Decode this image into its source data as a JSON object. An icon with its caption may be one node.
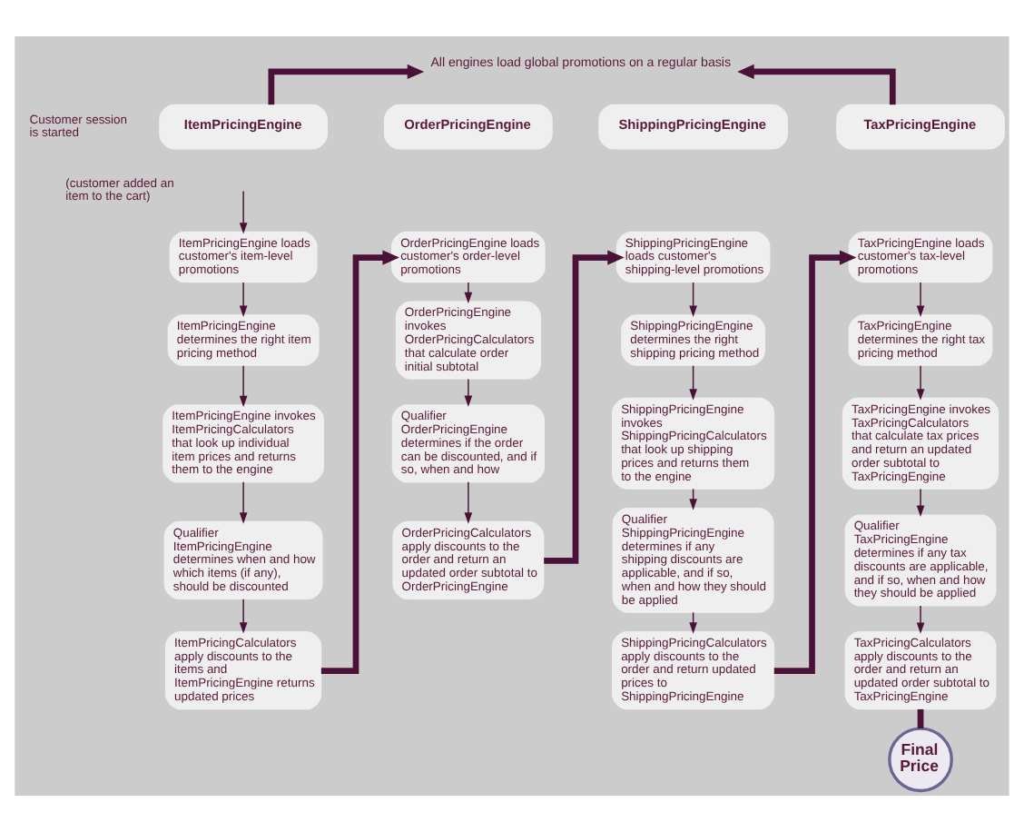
{
  "diagram": {
    "nodes": [
      {
        "text": [
          "All engines load global promotions on a regular basis"
        ]
      },
      {
        "text": [
          "ItemPricingEngine"
        ]
      },
      {
        "text": [
          "OrderPricingEngine"
        ]
      },
      {
        "text": [
          "ShippingPricingEngine"
        ]
      },
      {
        "text": [
          "TaxPricingEngine"
        ]
      },
      {
        "text": [
          "ItemPricingEngine loads customer's item-level promotions"
        ]
      },
      {
        "text": [
          "ItemPricingEngine determines the right item pricing method"
        ]
      },
      {
        "text": [
          "ItemPricingEngine invokes ItemPricingCalculators that look up individual item prices and returns them to the engine"
        ]
      },
      {
        "text": [
          "Qualifier ItemPricingEngine determines when and how which items (if any), should be discounted"
        ]
      },
      {
        "text": [
          "ItemPricingCalculators apply discounts to the items and ItemPricingEngine returns updated prices"
        ]
      },
      {
        "text": [
          "OrderPricingEngine loads customer's order-level promotions"
        ]
      },
      {
        "text": [
          "OrderPricingEngine invokes OrderPricingCalculators that calculate order initial subtotal"
        ]
      },
      {
        "text": [
          "Qualifier OrderPricingEngine determines if the order can be discounted, and if so, when and how"
        ]
      },
      {
        "text": [
          "OrderPricingCalculators apply discounts to the order and return an updated order subtotal to OrderPricingEngine"
        ]
      },
      {
        "text": [
          "ShippingPricingEngine loads customer's shipping-level promotions"
        ]
      },
      {
        "text": [
          "ShippingPricingEngine determines the right shipping pricing method"
        ]
      },
      {
        "text": [
          "ShippingPricingEngine invokes ShippingPricingCalculators that look up shipping prices and returns them to the engine"
        ]
      },
      {
        "text": [
          "Qualifier ShippingPricingEngine determines if any shipping discounts are applicable, and if so, when and how they should be applied"
        ]
      },
      {
        "text": [
          "ShippingPricingCalculators apply discounts to the order and return updated prices to ShippingPricingEngine"
        ]
      },
      {
        "text": [
          "TaxPricingEngine loads customer's tax-level promotions"
        ]
      },
      {
        "text": [
          "TaxPricingEngine determines the right tax pricing method"
        ]
      },
      {
        "text": [
          "TaxPricingEngine invokes TaxPricingCalculators that calculate tax prices and return an updated order subtotal to TaxPricingEngine"
        ]
      },
      {
        "text": [
          "Qualifier TaxPricingEngine determines if any tax discounts are applicable, and if so, when and how they should be applied"
        ]
      },
      {
        "text": [
          "TaxPricingCalculators apply discounts to the order and return an updated order subtotal to TaxPricingEngine"
        ]
      },
      {
        "text": [
          "Final Price"
        ]
      }
    ],
    "edges": [
      {
        "from": 1,
        "to": 0,
        "arrow": "to",
        "style": "thick"
      },
      {
        "from": 4,
        "to": 0,
        "arrow": "to",
        "style": "thick"
      },
      {
        "from": null,
        "to": 5,
        "arrow": "to"
      },
      {
        "from": 5,
        "to": 6,
        "arrow": "to"
      },
      {
        "from": 6,
        "to": 7,
        "arrow": "to"
      },
      {
        "from": 7,
        "to": 8,
        "arrow": "to"
      },
      {
        "from": 8,
        "to": 9,
        "arrow": "to"
      },
      {
        "from": 9,
        "to": 10,
        "arrow": "to",
        "style": "thick"
      },
      {
        "from": 10,
        "to": 11,
        "arrow": "to"
      },
      {
        "from": 11,
        "to": 12,
        "arrow": "to"
      },
      {
        "from": 12,
        "to": 13,
        "arrow": "to"
      },
      {
        "from": 13,
        "to": 14,
        "arrow": "to",
        "style": "thick"
      },
      {
        "from": 14,
        "to": 15,
        "arrow": "to"
      },
      {
        "from": 15,
        "to": 16,
        "arrow": "to"
      },
      {
        "from": 16,
        "to": 17,
        "arrow": "to"
      },
      {
        "from": 17,
        "to": 18,
        "arrow": "to"
      },
      {
        "from": 18,
        "to": 19,
        "arrow": "to",
        "style": "thick"
      },
      {
        "from": 19,
        "to": 20,
        "arrow": "to"
      },
      {
        "from": 20,
        "to": 21,
        "arrow": "to"
      },
      {
        "from": 21,
        "to": 22,
        "arrow": "to"
      },
      {
        "from": 22,
        "to": 23,
        "arrow": "to"
      },
      {
        "from": 23,
        "to": 24,
        "arrow": "none",
        "style": "thick"
      }
    ],
    "labels": [
      "Customer session is started",
      "(customer added an item to the cart)"
    ]
  }
}
